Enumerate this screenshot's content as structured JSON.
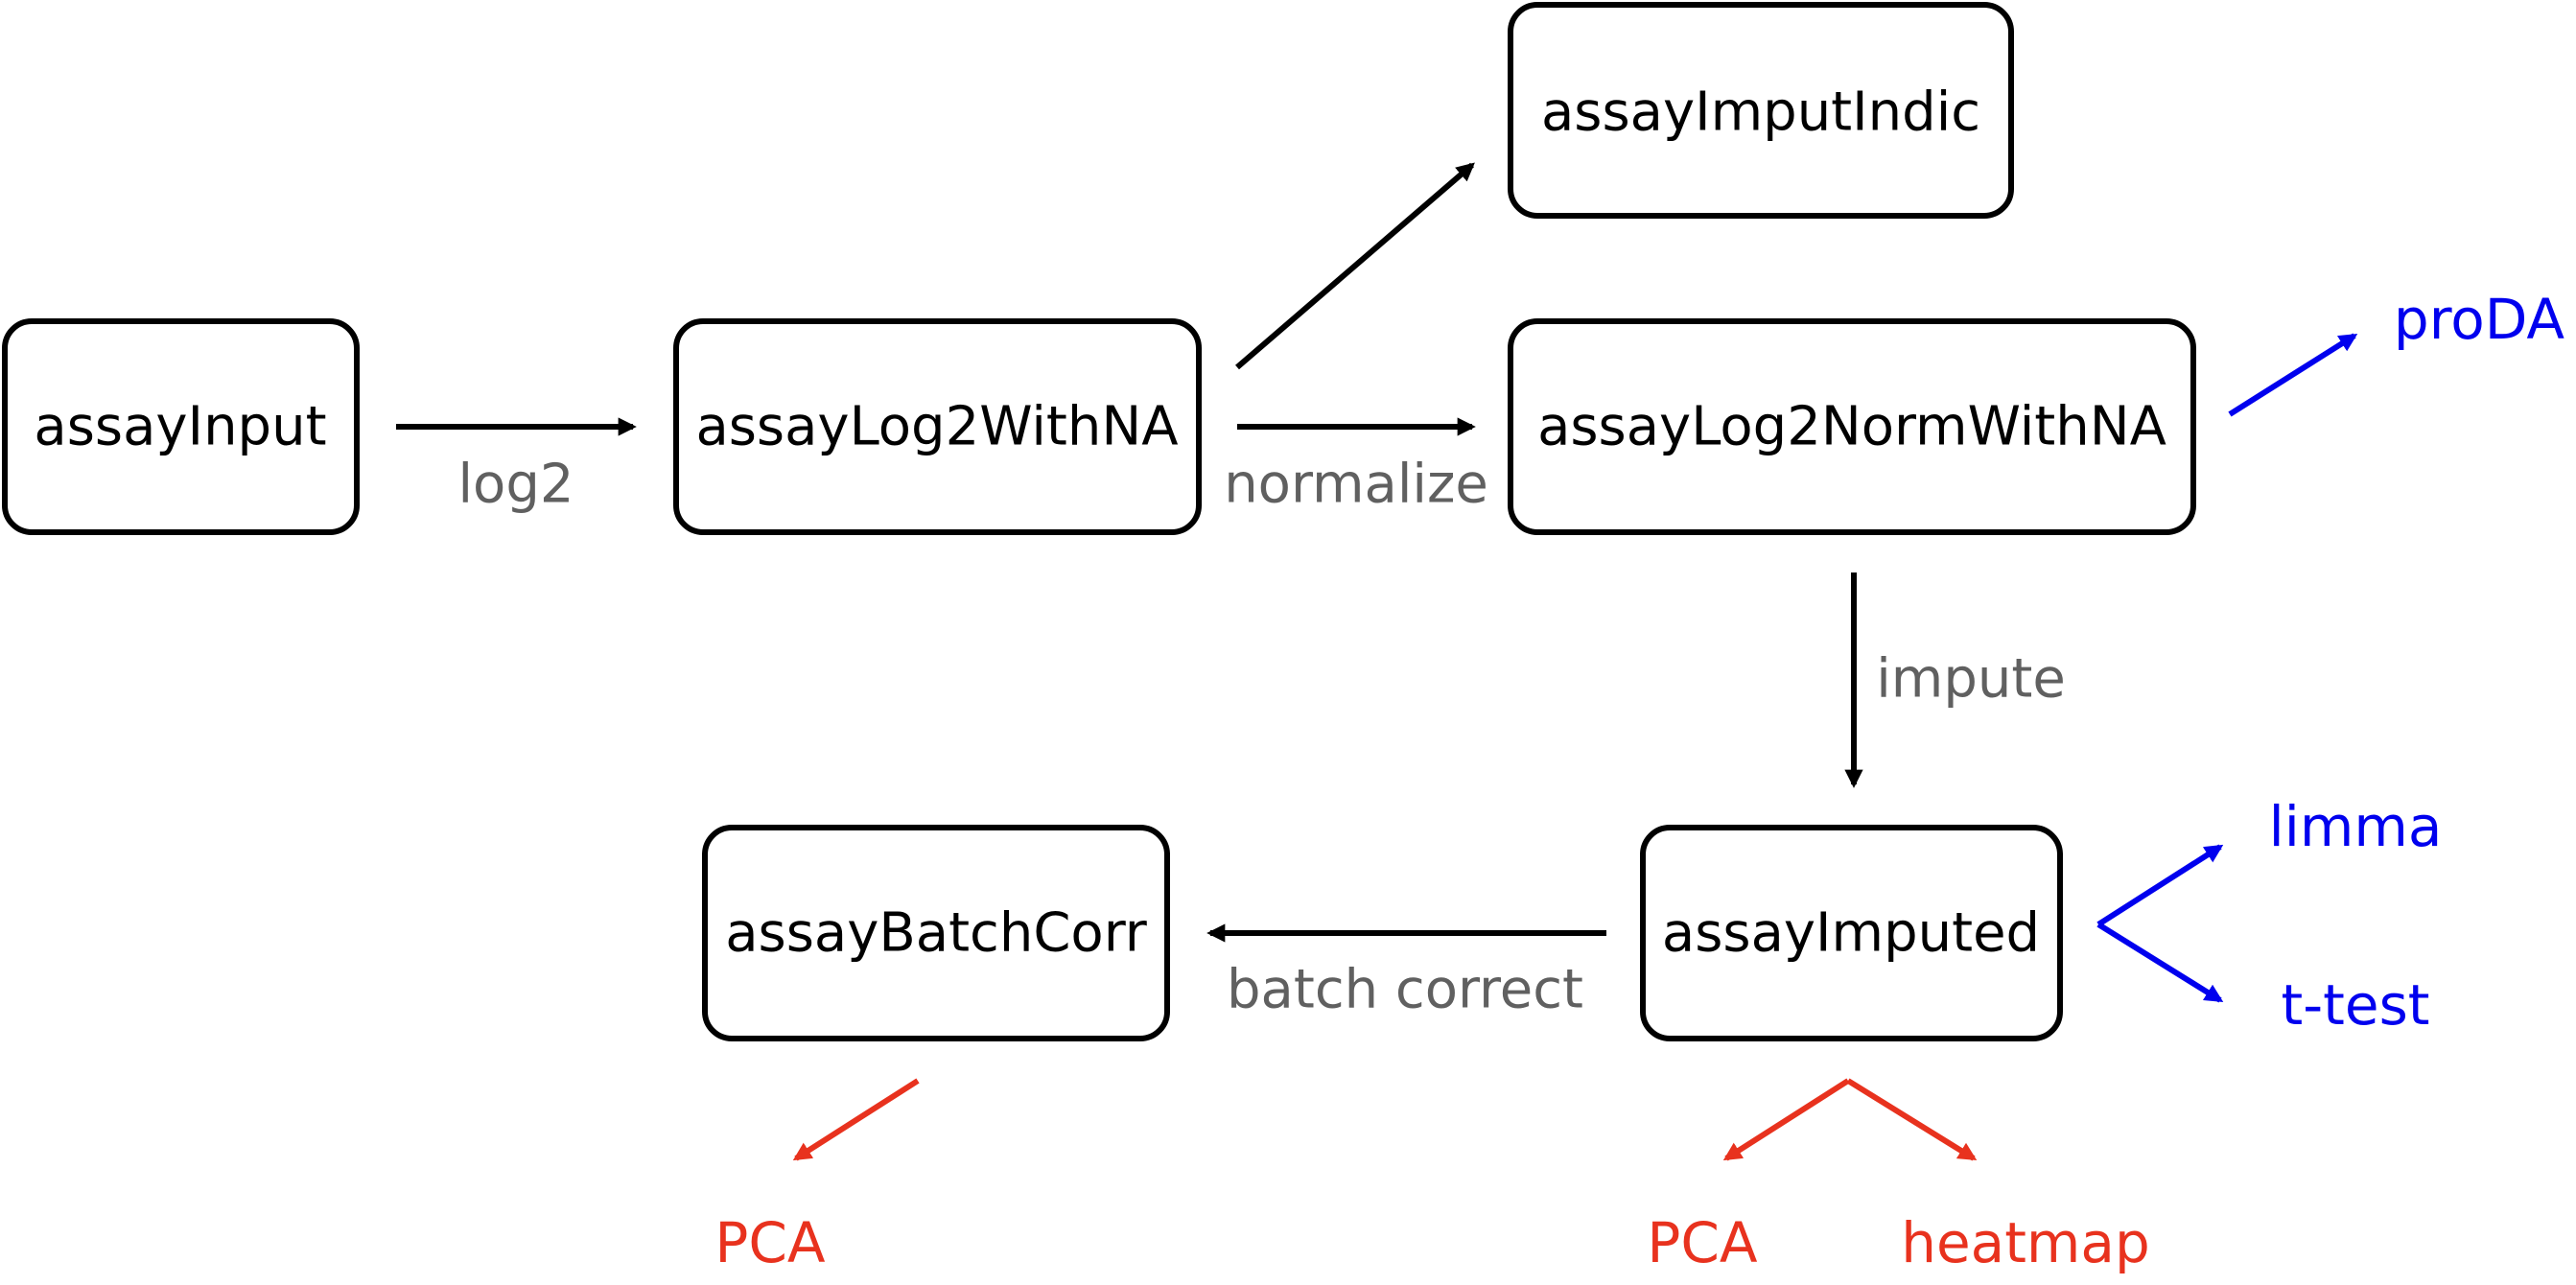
{
  "colors": {
    "node_border": "#000000",
    "main_arrow": "#000000",
    "step_label": "#606060",
    "stat_output": "#0000ee",
    "plot_output": "#e8321e"
  },
  "nodes": {
    "input": "assayInput",
    "log2_with_na": "assayLog2WithNA",
    "imput_indic": "assayImputIndic",
    "log2_norm_with_na": "assayLog2NormWithNA",
    "imputed": "assayImputed",
    "batch_corr": "assayBatchCorr"
  },
  "steps": {
    "log2": "log2",
    "normalize": "normalize",
    "impute": "impute",
    "batch_correct": "batch correct"
  },
  "outputs": {
    "proda": "proDA",
    "limma": "limma",
    "ttest": "t-test",
    "pca_batch": "PCA",
    "pca_imputed": "PCA",
    "heatmap": "heatmap"
  }
}
